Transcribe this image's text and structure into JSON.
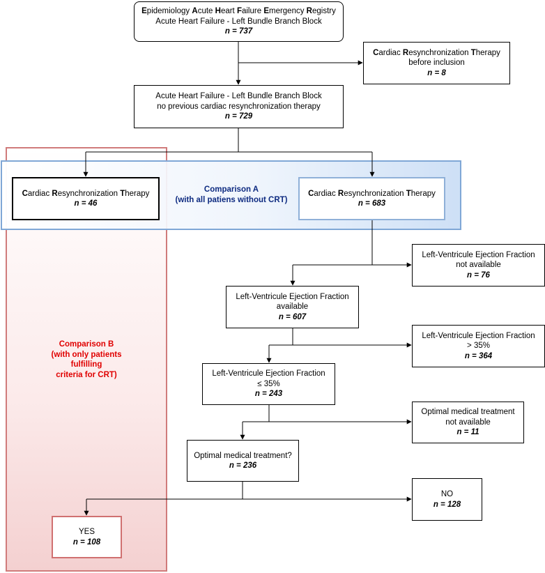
{
  "registry": {
    "title_parts": [
      {
        "t": "E",
        "b": true
      },
      {
        "t": "pidemiology ",
        "b": false
      },
      {
        "t": "A",
        "b": true
      },
      {
        "t": "cute ",
        "b": false
      },
      {
        "t": "H",
        "b": true
      },
      {
        "t": "eart ",
        "b": false
      },
      {
        "t": "F",
        "b": true
      },
      {
        "t": "ailure ",
        "b": false
      },
      {
        "t": "E",
        "b": true
      },
      {
        "t": "mergency ",
        "b": false
      },
      {
        "t": "R",
        "b": true
      },
      {
        "t": "egistry",
        "b": false
      }
    ],
    "line2": "Acute Heart Failure - Left Bundle Branch Block",
    "n": "n = 737"
  },
  "crt_before": {
    "title_parts": [
      {
        "t": "C",
        "b": true
      },
      {
        "t": "ardiac ",
        "b": false
      },
      {
        "t": "R",
        "b": true
      },
      {
        "t": "esynchronization ",
        "b": false
      },
      {
        "t": "T",
        "b": true
      },
      {
        "t": "herapy",
        "b": false
      }
    ],
    "line2": "before inclusion",
    "n": "n = 8"
  },
  "ahf_no_crt": {
    "line1": "Acute Heart Failure - Left Bundle Branch Block",
    "line2": "no previous cardiac resynchronization therapy",
    "n": "n = 729"
  },
  "crt_left": {
    "title_parts": [
      {
        "t": "C",
        "b": true
      },
      {
        "t": "ardiac ",
        "b": false
      },
      {
        "t": "R",
        "b": true
      },
      {
        "t": "esynchronization ",
        "b": false
      },
      {
        "t": "T",
        "b": true
      },
      {
        "t": "herapy",
        "b": false
      }
    ],
    "n": "n = 46"
  },
  "crt_right": {
    "title_parts": [
      {
        "t": "C",
        "b": true
      },
      {
        "t": "ardiac ",
        "b": false
      },
      {
        "t": "R",
        "b": true
      },
      {
        "t": "esynchronization ",
        "b": false
      },
      {
        "t": "T",
        "b": true
      },
      {
        "t": "herapy",
        "b": false
      }
    ],
    "n": "n = 683"
  },
  "comparison_a": {
    "line1": "Comparison A",
    "line2": "(with all patiens without CRT)"
  },
  "comparison_b": {
    "lines": [
      "Comparison B",
      "(with only patients",
      "fulfilling",
      "criteria for CRT)"
    ]
  },
  "lvef_na": {
    "line1": "Left-Ventricule Ejection Fraction",
    "line2": "not available",
    "n": "n = 76"
  },
  "lvef_avail": {
    "line1": "Left-Ventricule Ejection Fraction",
    "line2": "available",
    "n": "n = 607"
  },
  "lvef_gt35": {
    "line1": "Left-Ventricule Ejection Fraction",
    "line2": "> 35%",
    "n": "n = 364"
  },
  "lvef_le35": {
    "line1": "Left-Ventricule Ejection Fraction",
    "line2": "≤ 35%",
    "n": "n = 243"
  },
  "omt_na": {
    "line1": "Optimal medical treatment",
    "line2": "not available",
    "n": "n = 11"
  },
  "omt_q": {
    "line1": "Optimal medical treatment?",
    "n": "n = 236"
  },
  "no": {
    "line1": "NO",
    "n": "n = 128"
  },
  "yes": {
    "line1": "YES",
    "n": "n = 108"
  },
  "colors": {
    "comparison_a_text": "#0d2a80",
    "comparison_b_text": "#e00000",
    "comparison_a_border": "#7fa7d6",
    "comparison_b_border": "#d07b7b"
  }
}
